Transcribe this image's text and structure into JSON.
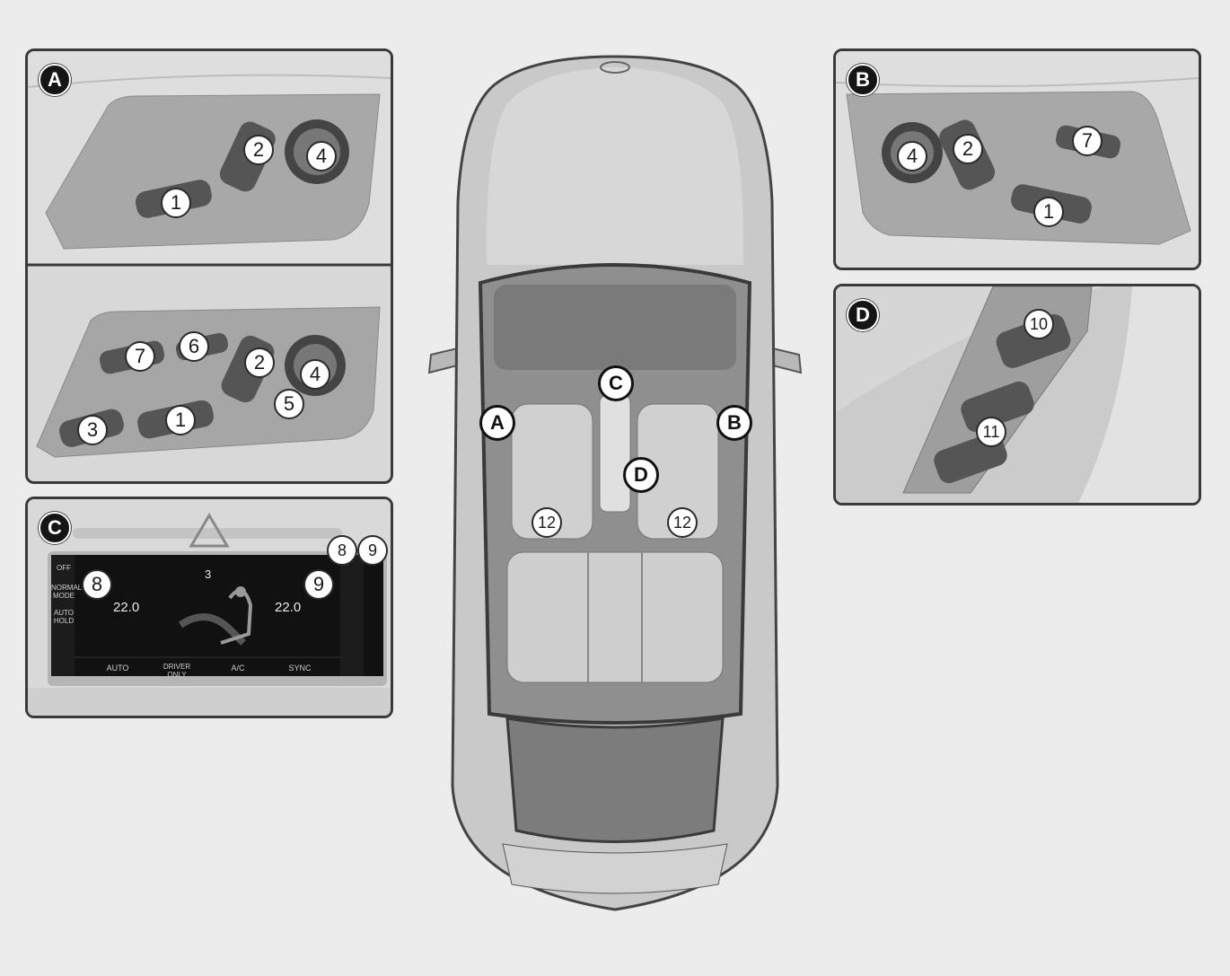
{
  "panels": {
    "a": {
      "badge": "A",
      "upper": {
        "n1": "1",
        "n2": "2",
        "n4": "4"
      },
      "lower": {
        "n1": "1",
        "n2": "2",
        "n3": "3",
        "n4": "4",
        "n5": "5",
        "n6": "6",
        "n7": "7"
      }
    },
    "b": {
      "badge": "B",
      "n1": "1",
      "n2": "2",
      "n4": "4",
      "n7": "7"
    },
    "c": {
      "badge": "C",
      "n8_top": "8",
      "n9_top": "9",
      "n8": "8",
      "n9": "9",
      "temp_left": "22.0",
      "temp_right": "22.0",
      "fan_speed": "3",
      "bottom_buttons": [
        "AUTO",
        "DRIVER ONLY",
        "A/C",
        "SYNC"
      ],
      "side_labels": [
        "OFF",
        "NORMAL MODE",
        "AUTO HOLD"
      ]
    },
    "d": {
      "badge": "D",
      "n10": "10",
      "n11": "11"
    }
  },
  "car": {
    "label_a": "A",
    "label_b": "B",
    "label_c": "C",
    "label_d": "D",
    "seat_left": "12",
    "seat_right": "12"
  },
  "colors": {
    "badge_bg": "#151515",
    "panel_border": "#3a3a3a",
    "background": "#ececec"
  }
}
